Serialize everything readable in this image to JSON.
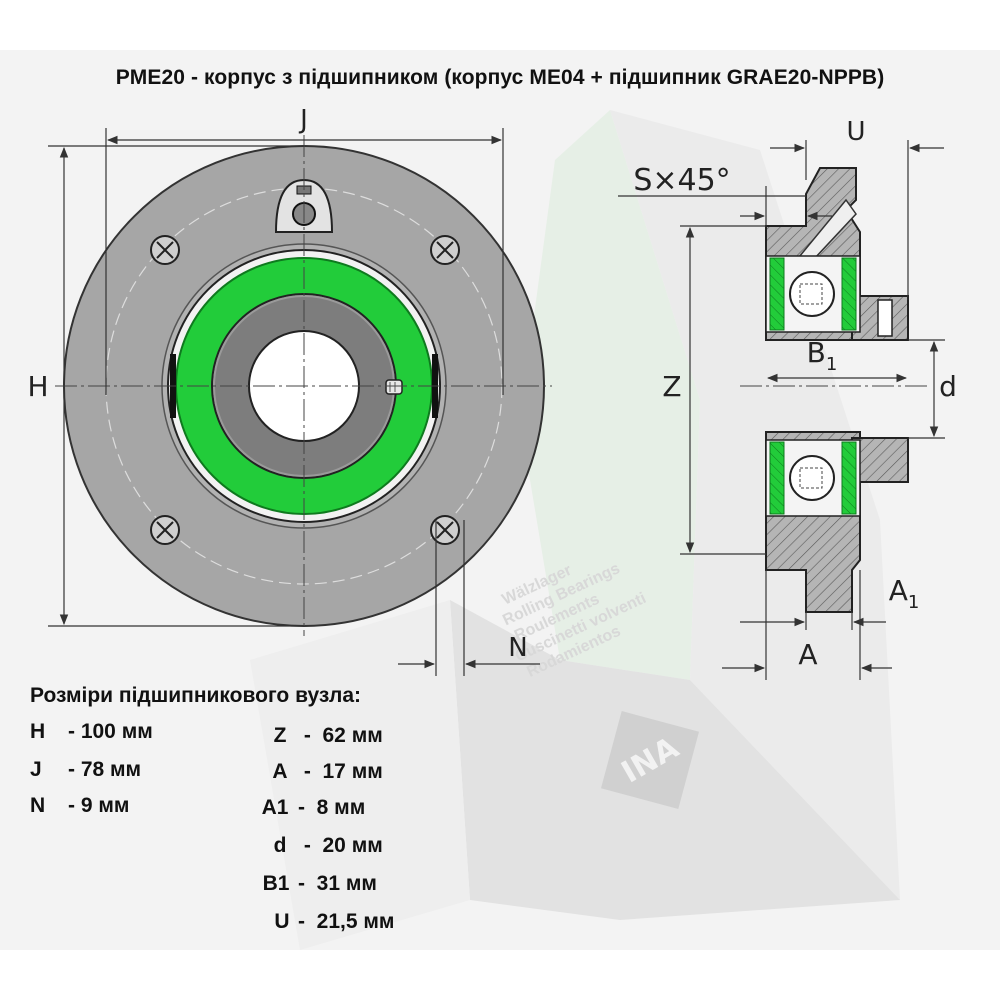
{
  "title": "PME20 - корпус з підшипником (корпус ME04 + підшипник GRAE20-NPPB)",
  "dimension_labels": {
    "J": "J",
    "H": "H",
    "N": "N",
    "U": "U",
    "S": "S×45°",
    "Z": "Z",
    "B1_base": "B",
    "B1_sub": "1",
    "d": "d",
    "A1_base": "A",
    "A1_sub": "1",
    "A": "A"
  },
  "watermark": {
    "logo_text": "INA",
    "lines": [
      "Wälzlager",
      "Rolling Bearings",
      "Roulements",
      "Cuscinetti volventi",
      "Rodamientos"
    ]
  },
  "colors": {
    "seal_green": "#22cc3a",
    "housing_gray": "#a8a8a8",
    "ring_gray": "#7d7d7d",
    "watermark_green": "#e4efe4"
  },
  "specs": {
    "heading": "Розміри підшипникового вузла:",
    "left": [
      {
        "key": "H",
        "value": "100 мм"
      },
      {
        "key": "J",
        "value": "78 мм"
      },
      {
        "key": "N",
        "value": "9 мм"
      }
    ],
    "right": [
      {
        "key": "Z",
        "value": "62 мм"
      },
      {
        "key": "A",
        "value": "17 мм"
      },
      {
        "key": "A1",
        "value": "8 мм"
      },
      {
        "key": "d",
        "value": "20 мм"
      },
      {
        "key": "B1",
        "value": "31 мм"
      },
      {
        "key": "U",
        "value": "21,5 мм"
      }
    ]
  }
}
